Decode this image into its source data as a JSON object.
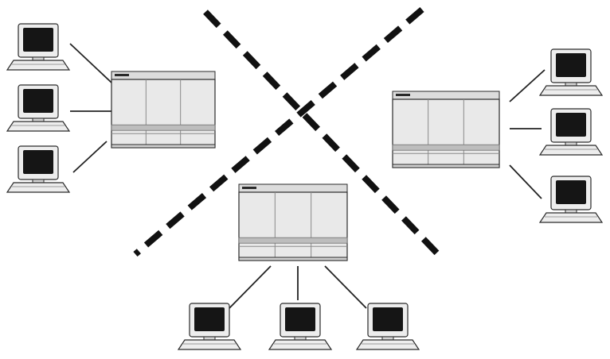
{
  "diagram": {
    "nodes": [
      {
        "id": "server-left",
        "kind": "server-cabinet",
        "label": ""
      },
      {
        "id": "server-right",
        "kind": "server-cabinet",
        "label": ""
      },
      {
        "id": "server-bottom",
        "kind": "server-cabinet",
        "label": ""
      },
      {
        "id": "terminal-left-1",
        "kind": "terminal",
        "label": ""
      },
      {
        "id": "terminal-left-2",
        "kind": "terminal",
        "label": ""
      },
      {
        "id": "terminal-left-3",
        "kind": "terminal",
        "label": ""
      },
      {
        "id": "terminal-right-1",
        "kind": "terminal",
        "label": ""
      },
      {
        "id": "terminal-right-2",
        "kind": "terminal",
        "label": ""
      },
      {
        "id": "terminal-right-3",
        "kind": "terminal",
        "label": ""
      },
      {
        "id": "terminal-bottom-1",
        "kind": "terminal",
        "label": ""
      },
      {
        "id": "terminal-bottom-2",
        "kind": "terminal",
        "label": ""
      },
      {
        "id": "terminal-bottom-3",
        "kind": "terminal",
        "label": ""
      }
    ],
    "links": [
      {
        "from": "terminal-left-1",
        "to": "server-left"
      },
      {
        "from": "terminal-left-2",
        "to": "server-left"
      },
      {
        "from": "terminal-left-3",
        "to": "server-left"
      },
      {
        "from": "terminal-right-1",
        "to": "server-right"
      },
      {
        "from": "terminal-right-2",
        "to": "server-right"
      },
      {
        "from": "terminal-right-3",
        "to": "server-right"
      },
      {
        "from": "terminal-bottom-1",
        "to": "server-bottom"
      },
      {
        "from": "terminal-bottom-2",
        "to": "server-bottom"
      },
      {
        "from": "terminal-bottom-3",
        "to": "server-bottom"
      }
    ],
    "separators": [
      {
        "id": "separator-descending",
        "style": "dashed"
      },
      {
        "id": "separator-ascending",
        "style": "dashed"
      }
    ]
  },
  "colors": {
    "background": "#ffffff",
    "cabinet": "#e9e9e9",
    "cabinet_shade": "#dcdcdc",
    "cabinet_stripe": "#bdbdbd",
    "outline": "#2a2a2a",
    "terminal_body": "#ededed",
    "screen": "#151515",
    "separator": "#111111",
    "link": "#222222"
  }
}
